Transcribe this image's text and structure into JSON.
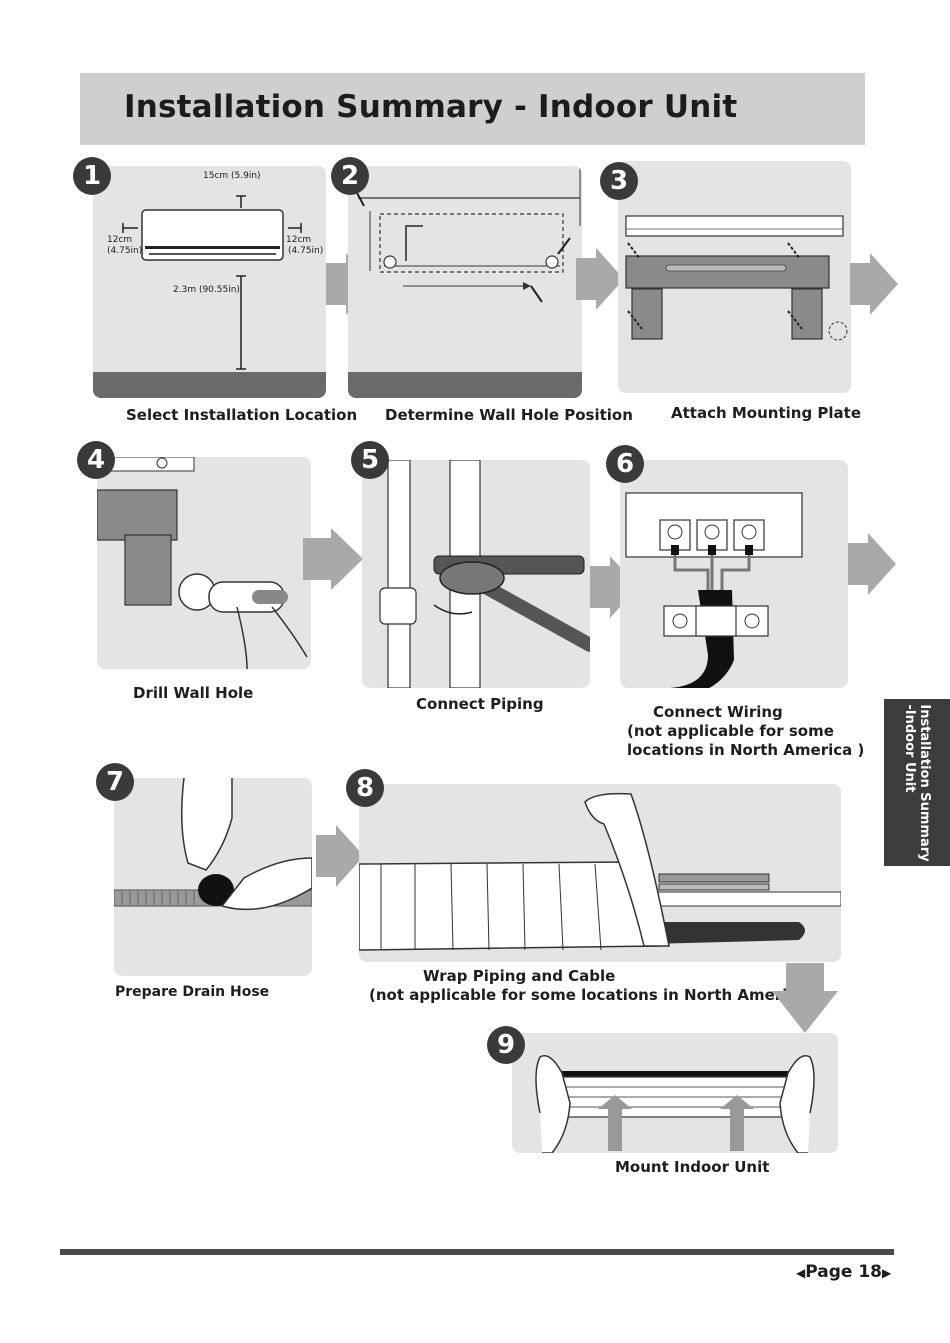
{
  "header": {
    "title": "Installation Summary - Indoor Unit"
  },
  "steps": [
    {
      "number": "1",
      "caption": "Select Installation Location",
      "dims": {
        "top": "15cm (5.9in)",
        "left_a": "12cm",
        "left_b": "(4.75in)",
        "right_a": "12cm",
        "right_b": "(4.75in)",
        "height": "2.3m (90.55in)"
      }
    },
    {
      "number": "2",
      "caption": "Determine Wall Hole Position"
    },
    {
      "number": "3",
      "caption": "Attach Mounting Plate"
    },
    {
      "number": "4",
      "caption": "Drill Wall Hole"
    },
    {
      "number": "5",
      "caption": "Connect Piping"
    },
    {
      "number": "6",
      "caption_lines": [
        "Connect Wiring",
        "(not applicable for some",
        "locations in North America )"
      ]
    },
    {
      "number": "7",
      "caption": "Prepare Drain Hose"
    },
    {
      "number": "8",
      "caption_lines": [
        "Wrap Piping and Cable",
        "(not applicable for some locations in North America)"
      ]
    },
    {
      "number": "9",
      "caption": "Mount Indoor Unit"
    }
  ],
  "side_tab": {
    "line1": "Installation Summary",
    "line2": "-Indoor Unit"
  },
  "footer": {
    "page": "Page 18"
  },
  "colors": {
    "panel": "#e4e4e4",
    "header": "#cfcfcf",
    "badge": "#3a3a3a",
    "arrow": "#a9a9a9"
  }
}
